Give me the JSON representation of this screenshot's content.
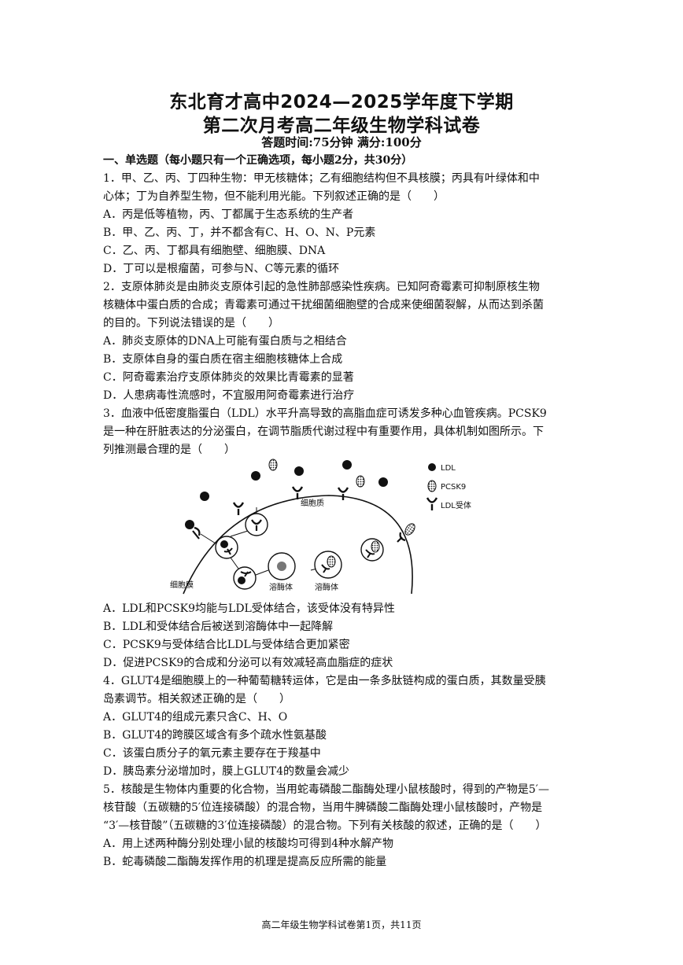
{
  "header": {
    "title_line1": "东北育才高中2024—2025学年度下学期",
    "title_line2": "第二次月考高二年级生物学科试卷",
    "subtitle": "答题时间:75分钟  满分:100分"
  },
  "section1": {
    "heading": "一、单选题（每小题只有一个正确选项，每小题2分，共30分）"
  },
  "q1": {
    "stem1": "1．甲、乙、丙、丁四种生物：甲无核糖体；乙有细胞结构但不具核膜；丙具有叶绿体和中",
    "stem2": "心体；丁为自养型生物，但不能利用光能。下列叙述正确的是（　　）",
    "A": "A．丙是低等植物，丙、丁都属于生态系统的生产者",
    "B": "B．甲、乙、丙、丁，并不都含有C、H、O、N、P元素",
    "C": "C．乙、丙、丁都具有细胞壁、细胞膜、DNA",
    "D": "D．丁可以是根瘤菌，可参与N、C等元素的循环"
  },
  "q2": {
    "stem1": "2．支原体肺炎是由肺炎支原体引起的急性肺部感染性疾病。已知阿奇霉素可抑制原核生物",
    "stem2": "核糖体中蛋白质的合成；青霉素可通过干扰细菌细胞壁的合成来使细菌裂解，从而达到杀菌",
    "stem3": "的目的。下列说法错误的是（　　）",
    "A": "A．肺炎支原体的DNA上可能有蛋白质与之相结合",
    "B": "B．支原体自身的蛋白质在宿主细胞核糖体上合成",
    "C": "C．阿奇霉素治疗支原体肺炎的效果比青霉素的显著",
    "D": "D．人患病毒性流感时，不宜服用阿奇霉素进行治疗"
  },
  "q3": {
    "stem1": "3．血液中低密度脂蛋白（LDL）水平升高导致的高脂血症可诱发多种心血管疾病。PCSK9",
    "stem2": "是一种在肝脏表达的分泌蛋白，在调节脂质代谢过程中有重要作用，具体机制如图所示。下",
    "stem3": "列推测最合理的是（　　）",
    "A": "A．LDL和PCSK9均能与LDL受体结合，该受体没有特异性",
    "B": "B．LDL和受体结合后被送到溶酶体中一起降解",
    "C": "C．PCSK9与受体结合比LDL与受体结合更加紧密",
    "D": "D．促进PCSK9的合成和分泌可以有效减轻高血脂症的症状"
  },
  "figure": {
    "legend_ldl": "LDL",
    "legend_pcsk9": "PCSK9",
    "legend_receptor": "LDL受体",
    "label_cytoplasm": "细胞质",
    "label_membrane": "细胞膜",
    "label_lysosome1": "溶酶体",
    "label_lysosome2": "溶酶体"
  },
  "q4": {
    "stem1": "4．GLUT4是细胞膜上的一种葡萄糖转运体，它是由一条多肽链构成的蛋白质，其数量受胰",
    "stem2": "岛素调节。相关叙述正确的是（　　）",
    "A": "A．GLUT4的组成元素只含C、H、O",
    "B": "B．GLUT4的跨膜区域含有多个疏水性氨基酸",
    "C": "C．该蛋白质分子的氧元素主要存在于羧基中",
    "D": "D．胰岛素分泌增加时，膜上GLUT4的数量会减少"
  },
  "q5": {
    "stem1": "5．核酸是生物体内重要的化合物，当用蛇毒磷酸二酯酶处理小鼠核酸时，得到的产物是5′—",
    "stem2": "核苷酸（五碳糖的5′位连接磷酸）的混合物，当用牛脾磷酸二酯酶处理小鼠核酸时，产物是",
    "stem3": "“3′—核苷酸”（五碳糖的3′位连接磷酸）的混合物。下列有关核酸的叙述，正确的是（　　）",
    "A": "A．用上述两种酶分别处理小鼠的核酸均可得到4种水解产物",
    "B": "B．蛇毒磷酸二酯酶发挥作用的机理是提高反应所需的能量"
  },
  "footer": {
    "page": "高二年级生物学科试卷第1页，共11页"
  }
}
